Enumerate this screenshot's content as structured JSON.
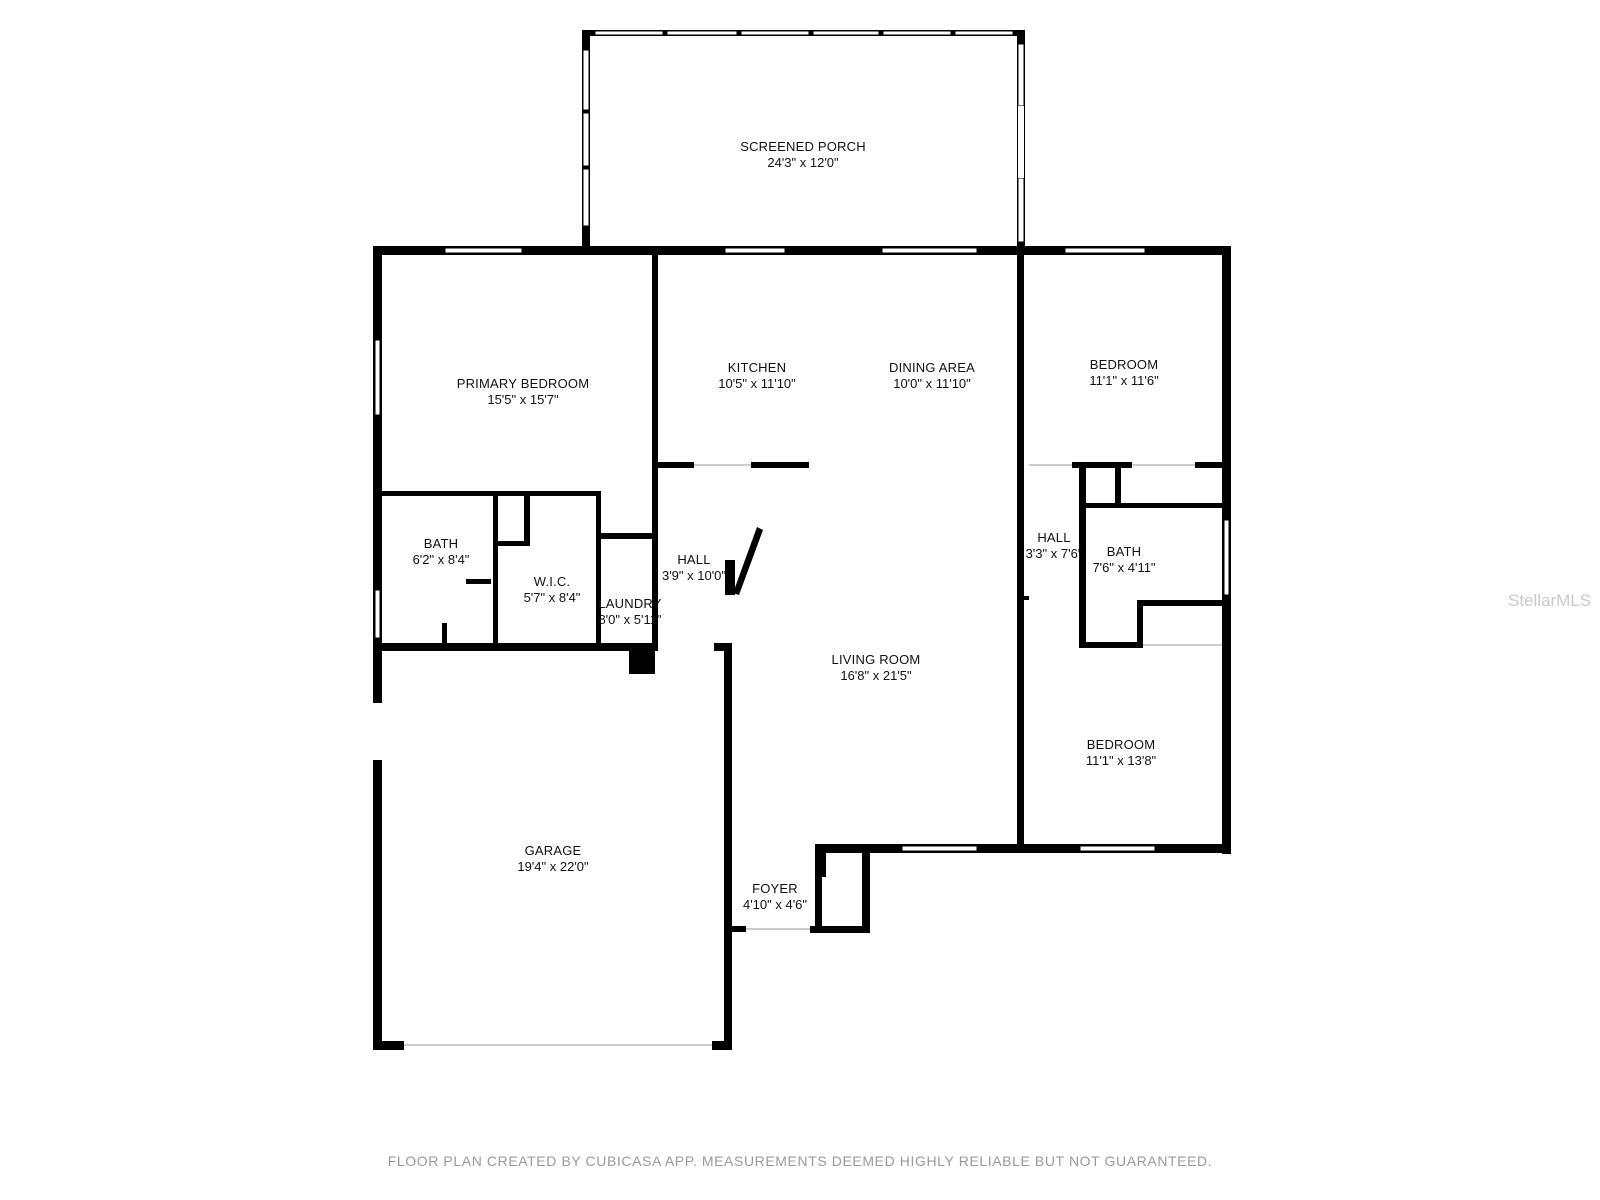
{
  "rooms": {
    "screened_porch": {
      "name": "SCREENED PORCH",
      "dim": "24'3\" x 12'0\""
    },
    "primary_bedroom": {
      "name": "PRIMARY BEDROOM",
      "dim": "15'5\" x 15'7\""
    },
    "kitchen": {
      "name": "KITCHEN",
      "dim": "10'5\" x 11'10\""
    },
    "dining_area": {
      "name": "DINING AREA",
      "dim": "10'0\" x 11'10\""
    },
    "bedroom_ne": {
      "name": "BEDROOM",
      "dim": "11'1\" x 11'6\""
    },
    "bath_primary": {
      "name": "BATH",
      "dim": "6'2\" x 8'4\""
    },
    "wic": {
      "name": "W.I.C.",
      "dim": "5'7\" x 8'4\""
    },
    "laundry": {
      "name": "LAUNDRY",
      "dim": "8'0\" x 5'11\""
    },
    "hall_west": {
      "name": "HALL",
      "dim": "3'9\" x 10'0\""
    },
    "hall_east": {
      "name": "HALL",
      "dim": "3'3\" x 7'6\""
    },
    "bath_east": {
      "name": "BATH",
      "dim": "7'6\" x 4'11\""
    },
    "living_room": {
      "name": "LIVING ROOM",
      "dim": "16'8\" x 21'5\""
    },
    "bedroom_se": {
      "name": "BEDROOM",
      "dim": "11'1\" x 13'8\""
    },
    "garage": {
      "name": "GARAGE",
      "dim": "19'4\" x 22'0\""
    },
    "foyer": {
      "name": "FOYER",
      "dim": "4'10\" x 4'6\""
    }
  },
  "footer": "FLOOR PLAN CREATED BY CUBICASA APP. MEASUREMENTS DEEMED HIGHLY RELIABLE BUT NOT GUARANTEED.",
  "watermark": "StellarMLS",
  "colors": {
    "wall": "#000000",
    "window": "#ffffff",
    "footer": "#9a9a9a"
  }
}
